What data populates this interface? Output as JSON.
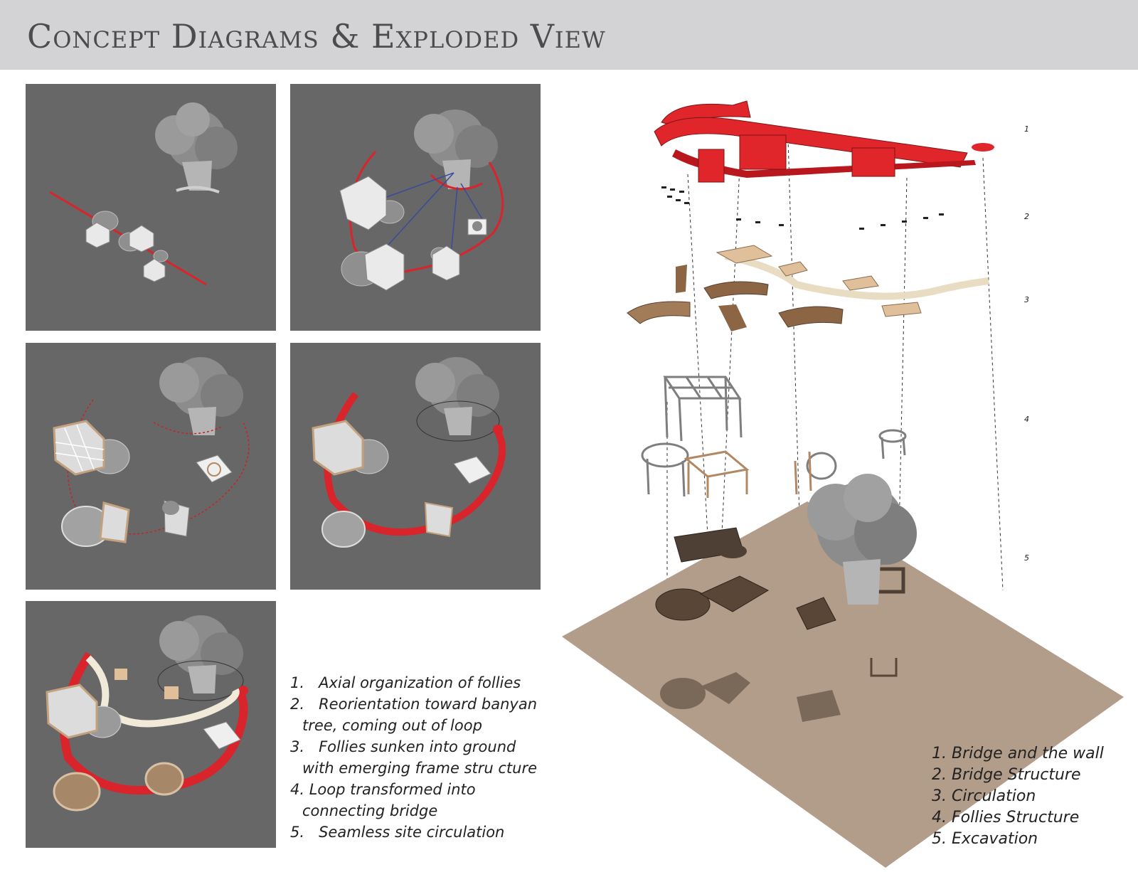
{
  "header": {
    "title": "Concept Diagrams & Exploded View"
  },
  "concept_panels": [
    {
      "label": "panel-1"
    },
    {
      "label": "panel-2"
    },
    {
      "label": "panel-3"
    },
    {
      "label": "panel-4"
    },
    {
      "label": "panel-5"
    }
  ],
  "concept_list": [
    {
      "num": "1.",
      "line1": "Axial organization of follies",
      "line2": ""
    },
    {
      "num": "2.",
      "line1": "Reorientation toward banyan",
      "line2": "tree, coming out of loop"
    },
    {
      "num": "3.",
      "line1": "Follies sunken into ground",
      "line2": "with emerging frame stru cture"
    },
    {
      "num": "4.",
      "line1": "Loop transformed into",
      "line2": "connecting bridge"
    },
    {
      "num": "5.",
      "line1": "Seamless site circulation",
      "line2": ""
    }
  ],
  "layer_numbers": [
    "1",
    "2",
    "3",
    "4",
    "5"
  ],
  "layer_list": [
    "1. Bridge and the wall",
    "2. Bridge Structure",
    "3. Circulation",
    "4. Follies Structure",
    "5. Excavation"
  ],
  "colors": {
    "panel_bg": "#676767",
    "wall_red": "#e0262b",
    "ground": "#b29c8a",
    "timber": "#b08863",
    "dark_brown": "#4f4036",
    "tree": "#8c8c8c"
  }
}
